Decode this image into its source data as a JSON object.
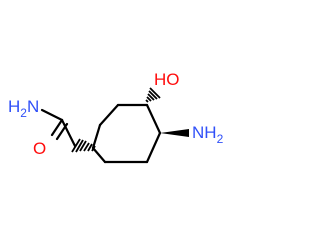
{
  "molecule": {
    "atom_labels": {
      "nh2_left": {
        "text": "H",
        "prefix": "",
        "sub": "2",
        "lead": "N",
        "color": "#3050F8"
      },
      "oh": {
        "lead": "HO",
        "sub": "",
        "color": "#FF0D0D"
      },
      "o": {
        "lead": "O",
        "sub": "",
        "color": "#FF0D0D"
      },
      "nh2_right": {
        "lead": "NH",
        "sub": "2",
        "color": "#3050F8"
      }
    },
    "colors": {
      "bond": "#000000",
      "nitrogen": "#3050F8",
      "oxygen": "#FF0D0D"
    }
  }
}
